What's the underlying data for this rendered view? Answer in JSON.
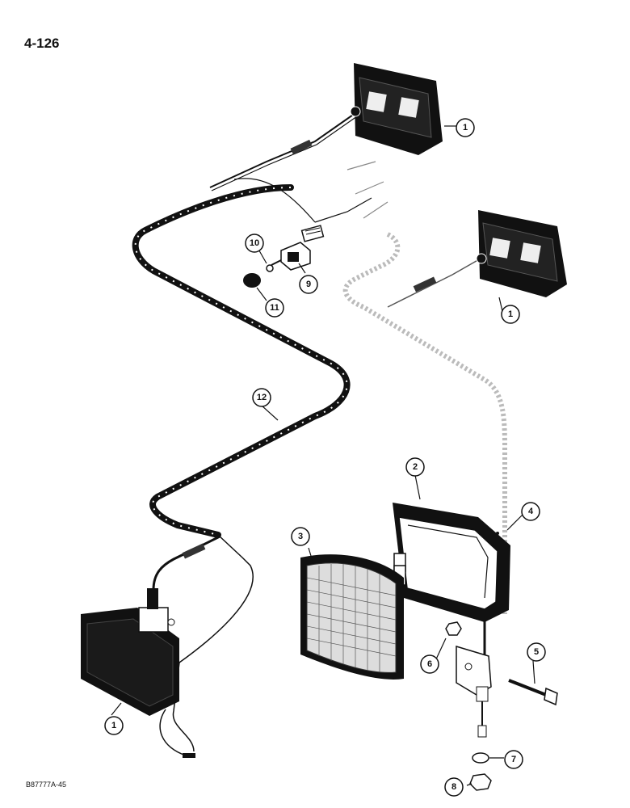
{
  "page_number": "4-126",
  "figure_code": "B87777A-45",
  "callouts": [
    {
      "id": "callout-1a",
      "label": "1"
    },
    {
      "id": "callout-1b",
      "label": "1"
    },
    {
      "id": "callout-1c",
      "label": "1"
    },
    {
      "id": "callout-2",
      "label": "2"
    },
    {
      "id": "callout-3",
      "label": "3"
    },
    {
      "id": "callout-4",
      "label": "4"
    },
    {
      "id": "callout-5",
      "label": "5"
    },
    {
      "id": "callout-6",
      "label": "6"
    },
    {
      "id": "callout-7",
      "label": "7"
    },
    {
      "id": "callout-8",
      "label": "8"
    },
    {
      "id": "callout-9",
      "label": "9"
    },
    {
      "id": "callout-10",
      "label": "10"
    },
    {
      "id": "callout-11",
      "label": "11"
    },
    {
      "id": "callout-12",
      "label": "12"
    }
  ]
}
